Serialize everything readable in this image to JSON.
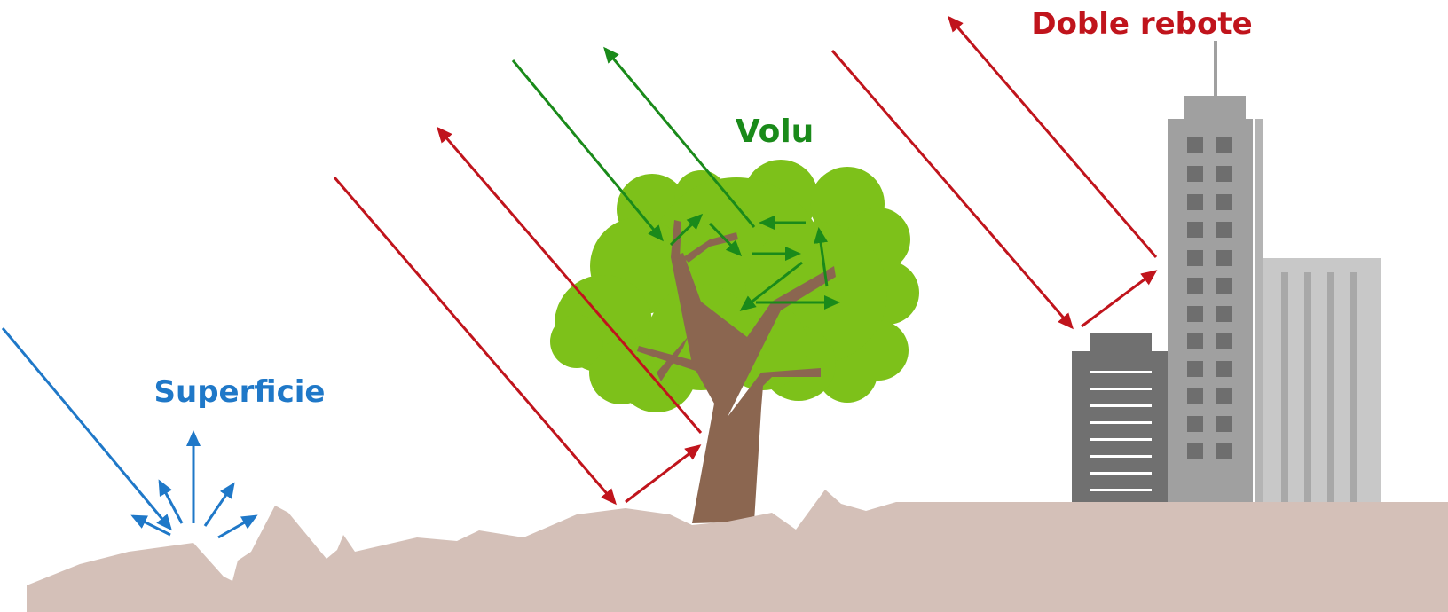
{
  "labels": {
    "surface": "Superficie",
    "volume": "Volu",
    "double_bounce": "Doble rebote"
  },
  "colors": {
    "surface": "#1f78c8",
    "volume": "#1a8a1a",
    "double_bounce": "#c0141c",
    "ground": "#d4c0b8",
    "foliage": "#7dc11a",
    "trunk": "#8b6650"
  }
}
